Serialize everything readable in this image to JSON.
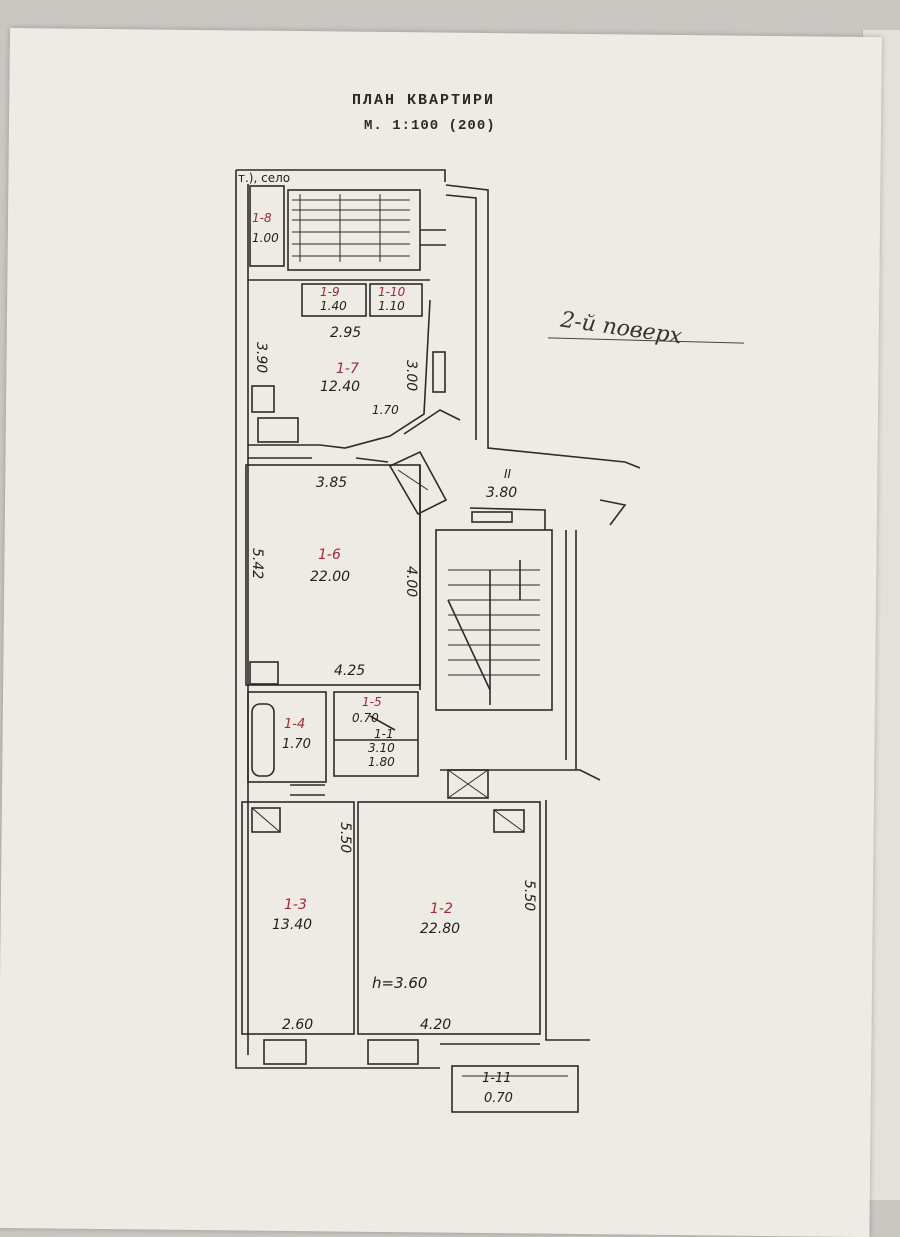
{
  "header": {
    "title": "ПЛАН КВАРТИРИ",
    "scale": "М. 1:100 (200)"
  },
  "floor_note": "2-й поверх",
  "corner_note": "т.), село",
  "height_note": "h=3.60",
  "rooms": [
    {
      "id": "1-8",
      "area": "1.00"
    },
    {
      "id": "1-9",
      "area": "1.40"
    },
    {
      "id": "1-10",
      "area": "1.10"
    },
    {
      "id": "1-7",
      "area": "12.40"
    },
    {
      "id": "1-6",
      "area": "22.00"
    },
    {
      "id": "1-4",
      "area": "1.70"
    },
    {
      "id": "1-5",
      "area": "0.70"
    },
    {
      "id": "1-1",
      "area": "3.10"
    },
    {
      "id": "1-3",
      "area": "13.40"
    },
    {
      "id": "1-2",
      "area": "22.80"
    },
    {
      "id": "1-11",
      "area": "0.70"
    },
    {
      "id": "II",
      "area": "3.80"
    }
  ],
  "dimensions": {
    "kitchen_width": "2.95",
    "kitchen_height": "3.90",
    "kitchen_side": "3.00",
    "kitchen_diag": "1.70",
    "room6_top": "3.85",
    "room6_side": "5.42",
    "room6_inner": "4.00",
    "room6_bottom": "4.25",
    "wc_width": "1.80",
    "room3_height": "5.50",
    "room2_height": "5.50",
    "room3_bottom": "2.60",
    "room2_bottom": "4.20"
  }
}
